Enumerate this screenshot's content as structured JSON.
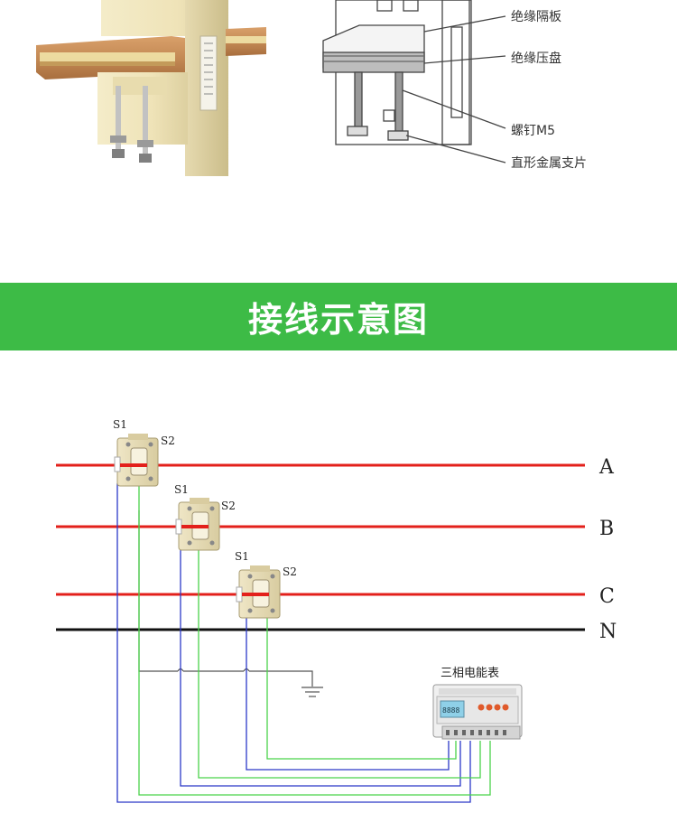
{
  "callouts": [
    {
      "text": "绝缘隔板"
    },
    {
      "text": "绝缘压盘"
    },
    {
      "text": "螺钉M5"
    },
    {
      "text": "直形金属支片"
    }
  ],
  "banner": {
    "title": "接线示意图"
  },
  "phases": [
    {
      "label": "A",
      "color": "#e3201b"
    },
    {
      "label": "B",
      "color": "#e3201b"
    },
    {
      "label": "C",
      "color": "#e3201b"
    },
    {
      "label": "N",
      "color": "#111111"
    }
  ],
  "ct_units": [
    {
      "s1": "S1",
      "s2": "S2"
    },
    {
      "s1": "S1",
      "s2": "S2"
    },
    {
      "s1": "S1",
      "s2": "S2"
    }
  ],
  "meter": {
    "label": "三相电能表",
    "screen_text": "8888"
  },
  "colors": {
    "green_banner": "#3dbb46",
    "wire_blue": "#2b38c8",
    "wire_green": "#4ad34a",
    "wire_gray": "#555555"
  }
}
